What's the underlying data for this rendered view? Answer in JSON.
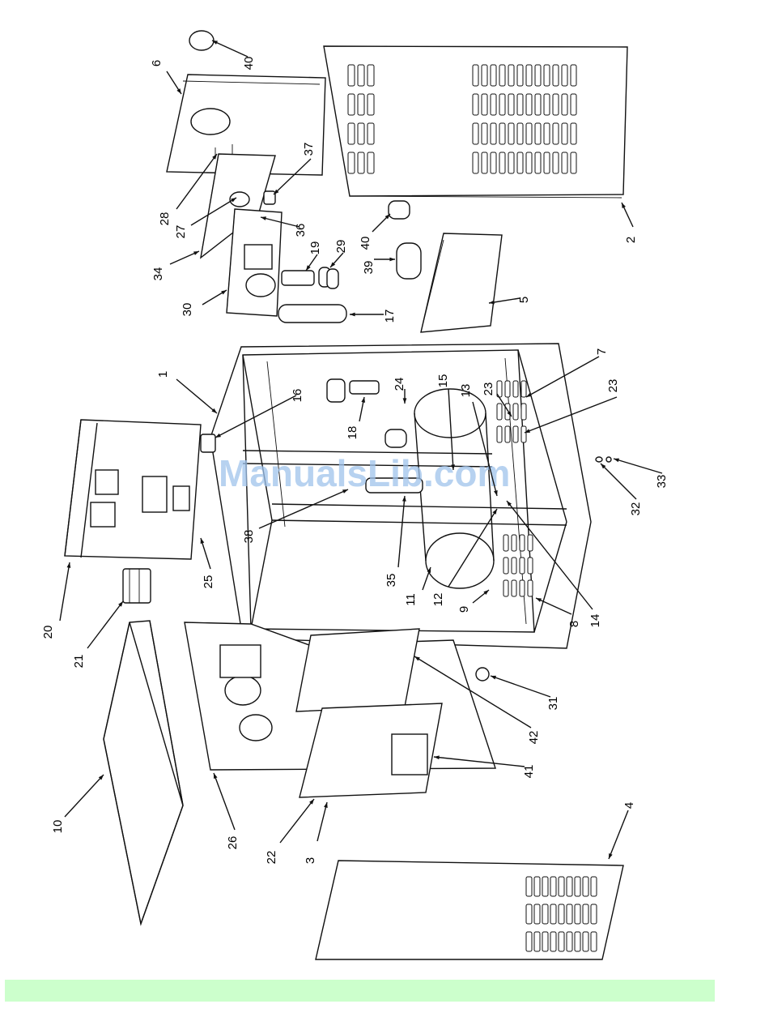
{
  "diagram": {
    "type": "exploded parts view",
    "watermark": "ManualsLib.com",
    "callouts": [
      "1",
      "2",
      "3",
      "4",
      "5",
      "6",
      "7",
      "8",
      "9",
      "10",
      "11",
      "12",
      "13",
      "14",
      "15",
      "16",
      "17",
      "18",
      "19",
      "20",
      "21",
      "22",
      "23",
      "23",
      "24",
      "25",
      "26",
      "27",
      "28",
      "29",
      "30",
      "31",
      "32",
      "33",
      "34",
      "35",
      "36",
      "37",
      "38",
      "39",
      "40",
      "40",
      "41",
      "42"
    ]
  },
  "colors": {
    "footer_band": "#ccffcc",
    "watermark": "#9fc3ec",
    "line": "#111111"
  }
}
